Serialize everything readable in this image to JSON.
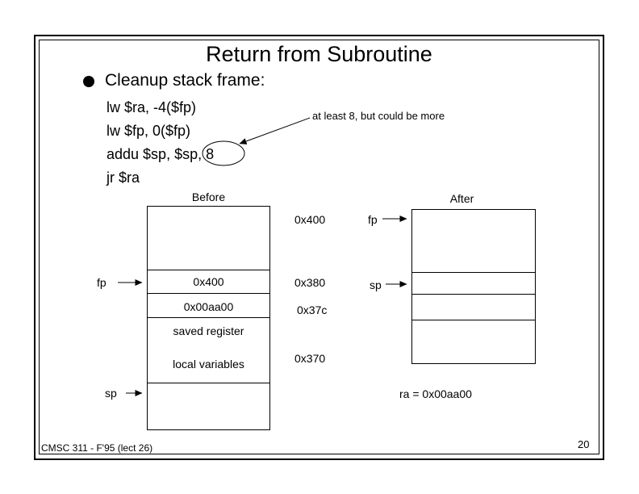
{
  "slide": {
    "title": "Return from Subroutine",
    "footer": "CMSC 311 - F'95 (lect 26)",
    "page_number": "20"
  },
  "bullet": {
    "label": "Cleanup stack frame:"
  },
  "code": {
    "lines": [
      "lw $ra, -4($fp)",
      "lw $fp, 0($fp)",
      "addu $sp, $sp, 8",
      "jr $ra"
    ]
  },
  "annotation": {
    "text": "at least 8, but could be more"
  },
  "before": {
    "title": "Before",
    "fp_label": "fp",
    "sp_label": "sp",
    "cells": {
      "fp_cell": "0x400",
      "ra_cell": "0x00aa00",
      "saved": "saved register",
      "locals": "local variables"
    }
  },
  "after": {
    "title": "After",
    "fp_label": "fp",
    "sp_label": "sp"
  },
  "addresses": [
    "0x400",
    "0x380",
    "0x37c",
    "0x370"
  ],
  "result": {
    "text": "ra = 0x00aa00"
  },
  "colors": {
    "ink": "#000000",
    "background": "#ffffff"
  }
}
